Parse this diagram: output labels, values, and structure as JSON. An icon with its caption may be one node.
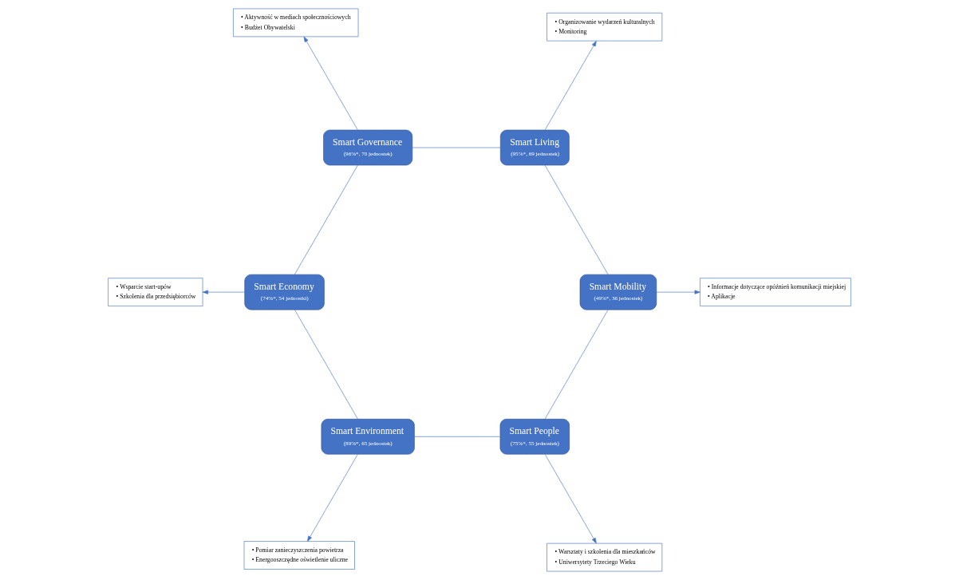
{
  "diagram": {
    "nodes": [
      {
        "text": [
          "Smart People",
          "(75%*, 55 jednostek)"
        ]
      },
      {
        "text": [
          "• Warsztaty i szkolenia dla mieszkańców",
          "• Uniwersytety Trzeciego Wieku"
        ]
      },
      {
        "text": [
          "Smart Mobility",
          "(49%*, 36 jednostek)"
        ]
      },
      {
        "text": [
          "Smart Environment",
          "(89%*, 65 jednostek)"
        ]
      },
      {
        "text": [
          "• Informacje dotyczące opóźnień komunikacji miejskiej",
          "• Aplikacje"
        ]
      },
      {
        "text": [
          "• Pomiar zanieczyszczenia powietrza",
          "• Energooszczędne oświetlenie uliczne"
        ]
      },
      {
        "text": [
          "Smart Living",
          "(95%*, 69 jednostek)"
        ]
      },
      {
        "text": [
          "Smart Economy",
          "(74%*, 54 jednostki)"
        ]
      },
      {
        "text": [
          "• Organizowanie wydarzeń kulturalnych",
          "• Monitoring"
        ]
      },
      {
        "text": [
          "• Wsparcie start-upów",
          "• Szkolenia dla przedsiębiorców"
        ]
      },
      {
        "text": [
          "Smart Governance",
          "(96%*, 70 jednostek)"
        ]
      },
      {
        "text": [
          "• Aktywność w mediach społecznościowych",
          "• Budżet Obywatelski"
        ]
      }
    ],
    "edges": [
      {
        "from": 0,
        "to": 3,
        "arrow": "none"
      },
      {
        "from": 3,
        "to": 7,
        "arrow": "none"
      },
      {
        "from": 7,
        "to": 10,
        "arrow": "none"
      },
      {
        "from": 10,
        "to": 6,
        "arrow": "none"
      },
      {
        "from": 6,
        "to": 2,
        "arrow": "none"
      },
      {
        "from": 2,
        "to": 0,
        "arrow": "none"
      },
      {
        "from": 0,
        "to": 1,
        "arrow": "to"
      },
      {
        "from": 3,
        "to": 5,
        "arrow": "to"
      },
      {
        "from": 7,
        "to": 9,
        "arrow": "to"
      },
      {
        "from": 10,
        "to": 11,
        "arrow": "to"
      },
      {
        "from": 6,
        "to": 8,
        "arrow": "to"
      },
      {
        "from": 2,
        "to": 4,
        "arrow": "to"
      }
    ]
  }
}
